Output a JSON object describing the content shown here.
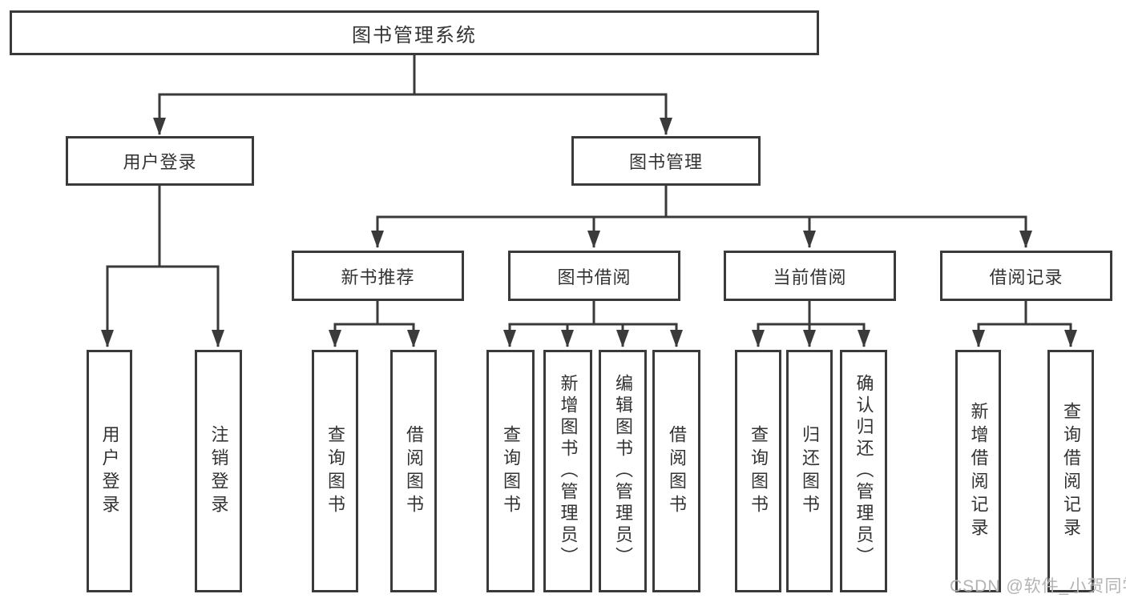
{
  "colors": {
    "line": "#3a3a3a",
    "box_border": "#3a3a3a",
    "text": "#333333",
    "watermark": "#b3b3b3",
    "background": "#ffffff"
  },
  "nodes": {
    "root": {
      "label": "图书管理系统"
    },
    "user_login": {
      "label": "用户登录"
    },
    "book_management": {
      "label": "图书管理"
    },
    "login": {
      "label": "用户登录"
    },
    "logout": {
      "label": "注销登录"
    },
    "new_book_recommend": {
      "label": "新书推荐"
    },
    "book_borrowing": {
      "label": "图书借阅"
    },
    "current_borrowing": {
      "label": "当前借阅"
    },
    "borrowing_records": {
      "label": "借阅记录"
    },
    "nbr_query_books": {
      "label": "查询图书"
    },
    "nbr_borrow_books": {
      "label": "借阅图书"
    },
    "bb_query_books": {
      "label": "查询图书"
    },
    "bb_add_books_admin": {
      "label": "新增图书（管理员）"
    },
    "bb_edit_books_admin": {
      "label": "编辑图书（管理员）"
    },
    "bb_borrow_books": {
      "label": "借阅图书"
    },
    "cb_query_books": {
      "label": "查询图书"
    },
    "cb_return_books": {
      "label": "归还图书"
    },
    "cb_confirm_return_admin": {
      "label": "确认归还（管理员）"
    },
    "br_add_record": {
      "label": "新增借阅记录"
    },
    "br_query_record": {
      "label": "查询借阅记录"
    }
  },
  "watermark": {
    "text": "CSDN @软件_小贺同学"
  }
}
